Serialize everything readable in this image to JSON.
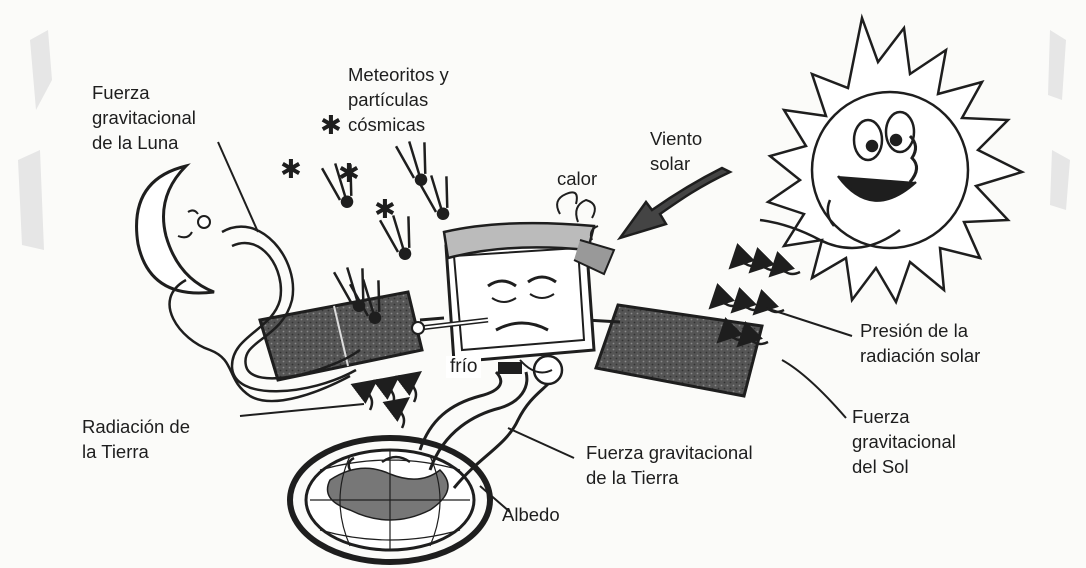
{
  "labels": {
    "moon_gravity": [
      "Fuerza",
      "gravitacional",
      "de la Luna"
    ],
    "meteorites": [
      "Meteoritos y",
      "partículas",
      "cósmicas"
    ],
    "solar_wind": [
      "Viento",
      "solar"
    ],
    "heat": "calor",
    "cold": "frío",
    "solar_pressure": [
      "Presión de la",
      "radiación solar"
    ],
    "earth_radiation": [
      "Radiación de",
      "la Tierra"
    ],
    "earth_gravity": [
      "Fuerza gravitacional",
      "de la Tierra"
    ],
    "sun_gravity": [
      "Fuerza",
      "gravitacional",
      "del Sol"
    ],
    "albedo": "Albedo"
  },
  "colors": {
    "ink": "#1e1e1e",
    "paper": "#fbfbf9",
    "panel": "#4a4a4a",
    "watermark": "#e4e4e4"
  },
  "icons": [
    "moon-icon",
    "sun-icon",
    "satellite-icon",
    "earth-icon",
    "meteor-icon",
    "star-icon"
  ]
}
